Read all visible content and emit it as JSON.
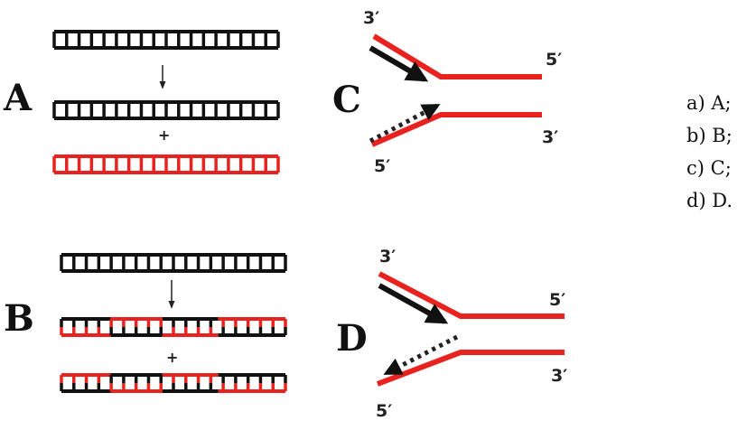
{
  "panels": {
    "A": {
      "label": "A",
      "plus": "+"
    },
    "B": {
      "label": "B",
      "plus": "+"
    },
    "C": {
      "label": "C",
      "top_left_end": "3′",
      "top_right_end": "5′",
      "bottom_right_end": "3′",
      "bottom_left_end": "5′"
    },
    "D": {
      "label": "D",
      "top_left_end": "3′",
      "top_right_end": "5′",
      "bottom_right_end": "3′",
      "bottom_left_end": "5′"
    }
  },
  "options": [
    {
      "text": "a) A;"
    },
    {
      "text": "b) B;"
    },
    {
      "text": "c) C;"
    },
    {
      "text": "d) D."
    }
  ],
  "colors": {
    "parent_strand": "#111111",
    "new_strand": "#e8231f",
    "background": "#ffffff"
  }
}
